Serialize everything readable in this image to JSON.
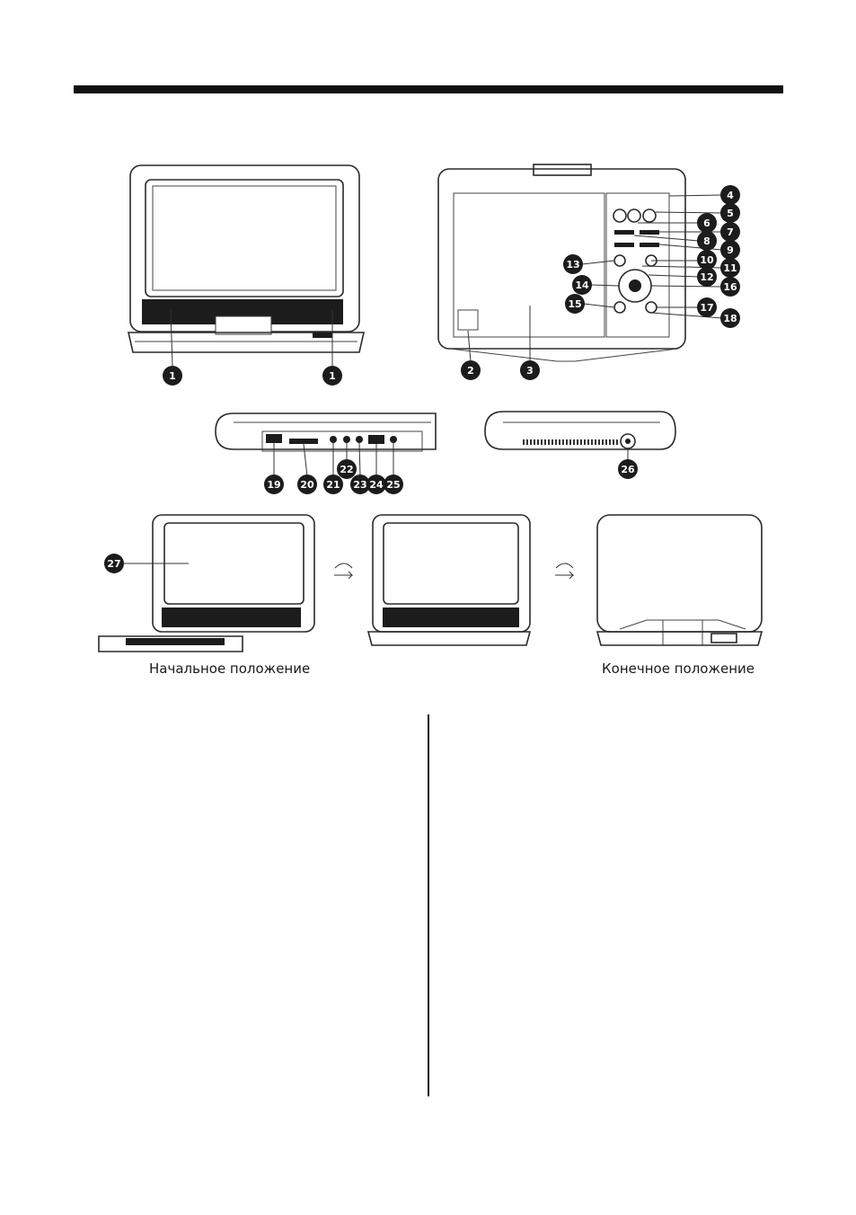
{
  "page": {
    "captions": {
      "start": "Начальное положение",
      "end": "Конечное положение"
    }
  },
  "callouts": [
    "1",
    "1",
    "2",
    "3",
    "4",
    "5",
    "6",
    "7",
    "8",
    "9",
    "10",
    "11",
    "12",
    "13",
    "14",
    "15",
    "16",
    "17",
    "18",
    "19",
    "20",
    "21",
    "22",
    "23",
    "24",
    "25",
    "26",
    "27"
  ]
}
